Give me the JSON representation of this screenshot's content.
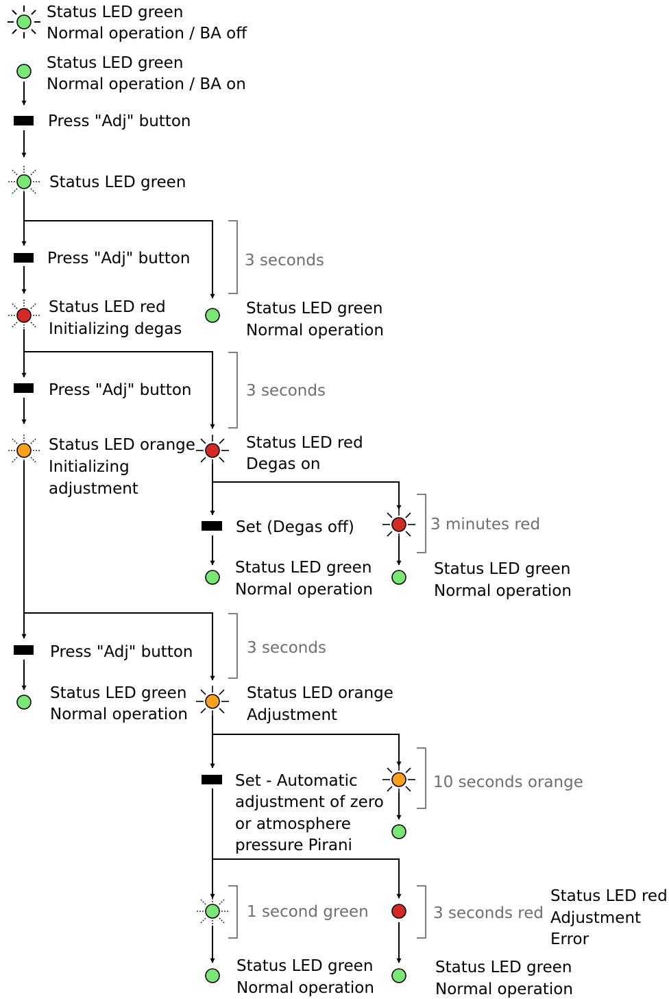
{
  "colors": {
    "led_green": "#79e774",
    "led_red": "#d42a26",
    "led_orange": "#f9a01f",
    "button": "#000000",
    "text": "#000000",
    "timing_text": "#6f6f6f"
  },
  "labels": {
    "s1_line1": "Status LED green",
    "s1_line2": "Normal operation / BA off",
    "s2_line1": "Status LED green",
    "s2_line2": "Normal operation / BA on",
    "press1": "Press \"Adj\" button",
    "s3": "Status LED green",
    "press2": "Press \"Adj\" button",
    "t1": "3 seconds",
    "s4_line1": "Status LED red",
    "s4_line2": "Initializing degas",
    "s5_line1": "Status LED green",
    "s5_line2": "Normal operation",
    "press3": "Press \"Adj\" button",
    "t2": "3 seconds",
    "s6_line1": "Status LED orange",
    "s6_line2": "Initializing",
    "s6_line3": "adjustment",
    "s7_line1": "Status LED red",
    "s7_line2": "Degas on",
    "set_degas": "Set (Degas off)",
    "t3": "3 minutes red",
    "s8_line1": "Status LED green",
    "s8_line2": "Normal operation",
    "s9_line1": "Status LED green",
    "s9_line2": "Normal operation",
    "press4": "Press \"Adj\" button",
    "t4": "3 seconds",
    "s10_line1": "Status LED green",
    "s10_line2": "Normal operation",
    "s11_line1": "Status LED orange",
    "s11_line2": "Adjustment",
    "set_adj_line1": "Set - Automatic",
    "set_adj_line2": "adjustment of zero",
    "set_adj_line3": "or atmosphere",
    "set_adj_line4": "pressure Pirani",
    "t5": "10 seconds orange",
    "t6": "1 second green",
    "t7": "3 seconds red",
    "s12_line1": "Status LED red",
    "s12_line2": "Adjustment",
    "s12_line3": "Error",
    "s13_line1": "Status LED green",
    "s13_line2": "Normal operation",
    "s14_line1": "Status LED green",
    "s14_line2": "Normal operation"
  }
}
